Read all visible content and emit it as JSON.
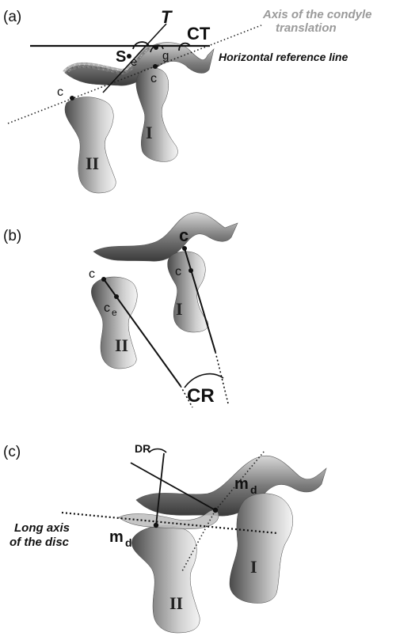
{
  "panels": {
    "a": {
      "label": "(a)",
      "T": "T",
      "CT": "CT",
      "S": "S",
      "e": "e",
      "g": "g",
      "c_tip": "c",
      "c_left": "c",
      "I": "I",
      "II": "II",
      "axis_line1": "Axis of the condyle",
      "axis_line2": "translation",
      "horizontal_ref": "Horizontal reference line"
    },
    "b": {
      "label": "(b)",
      "c_top": "c",
      "c_inner": "c",
      "c_left": "c",
      "ce_c": "c",
      "ce_sub": "e",
      "I": "I",
      "II": "II",
      "CR": "CR"
    },
    "c": {
      "label": "(c)",
      "DR": "DR",
      "md_right_m": "m",
      "md_right_sub": "d",
      "md_left_m": "m",
      "md_left_sub": "d",
      "long_axis_line1": "Long axis",
      "long_axis_line2": "of the disc",
      "I": "I",
      "II": "II"
    }
  }
}
